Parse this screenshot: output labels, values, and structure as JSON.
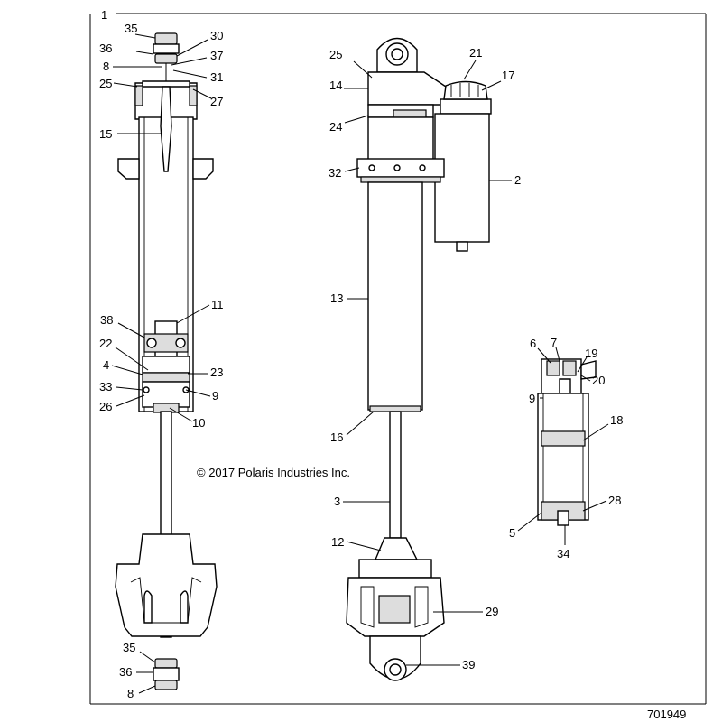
{
  "copyright": "© 2017 Polaris Industries Inc.",
  "part_number": "701949",
  "callouts": {
    "c1": "1",
    "c35a": "35",
    "c36a": "36",
    "c8a": "8",
    "c30": "30",
    "c37": "37",
    "c31": "31",
    "c25a": "25",
    "c27": "27",
    "c15": "15",
    "c38": "38",
    "c11": "11",
    "c22": "22",
    "c4": "4",
    "c23": "23",
    "c33": "33",
    "c9a": "9",
    "c26": "26",
    "c10": "10",
    "c35b": "35",
    "c36b": "36",
    "c8b": "8",
    "c25b": "25",
    "c21": "21",
    "c17": "17",
    "c14": "14",
    "c24": "24",
    "c32": "32",
    "c2": "2",
    "c13": "13",
    "c16": "16",
    "c3": "3",
    "c12": "12",
    "c29": "29",
    "c39": "39",
    "c6": "6",
    "c7": "7",
    "c19": "19",
    "c20": "20",
    "c9b": "9",
    "c18": "18",
    "c28": "28",
    "c5": "5",
    "c34": "34"
  }
}
